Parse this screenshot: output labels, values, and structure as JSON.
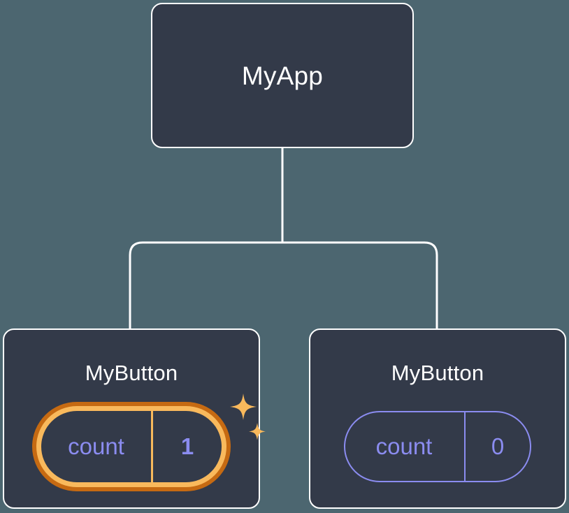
{
  "diagram": {
    "type": "component-tree",
    "background_color": "#4c6670",
    "node_fill_color": "#333a49",
    "node_border_color": "#ffffff",
    "connector_color": "#ffffff",
    "accent_highlight_outer": "#c66a12",
    "accent_highlight_inner": "#f9b95c",
    "state_text_color": "#8b8cf0",
    "title_text_color": "#ffffff"
  },
  "root": {
    "title": "MyApp"
  },
  "children": [
    {
      "title": "MyButton",
      "state": {
        "label": "count",
        "value": "1"
      },
      "highlighted": true,
      "sparkle_count": 2,
      "sparkle_color": "#f9b95c"
    },
    {
      "title": "MyButton",
      "state": {
        "label": "count",
        "value": "0"
      },
      "highlighted": false,
      "sparkle_count": 0
    }
  ]
}
